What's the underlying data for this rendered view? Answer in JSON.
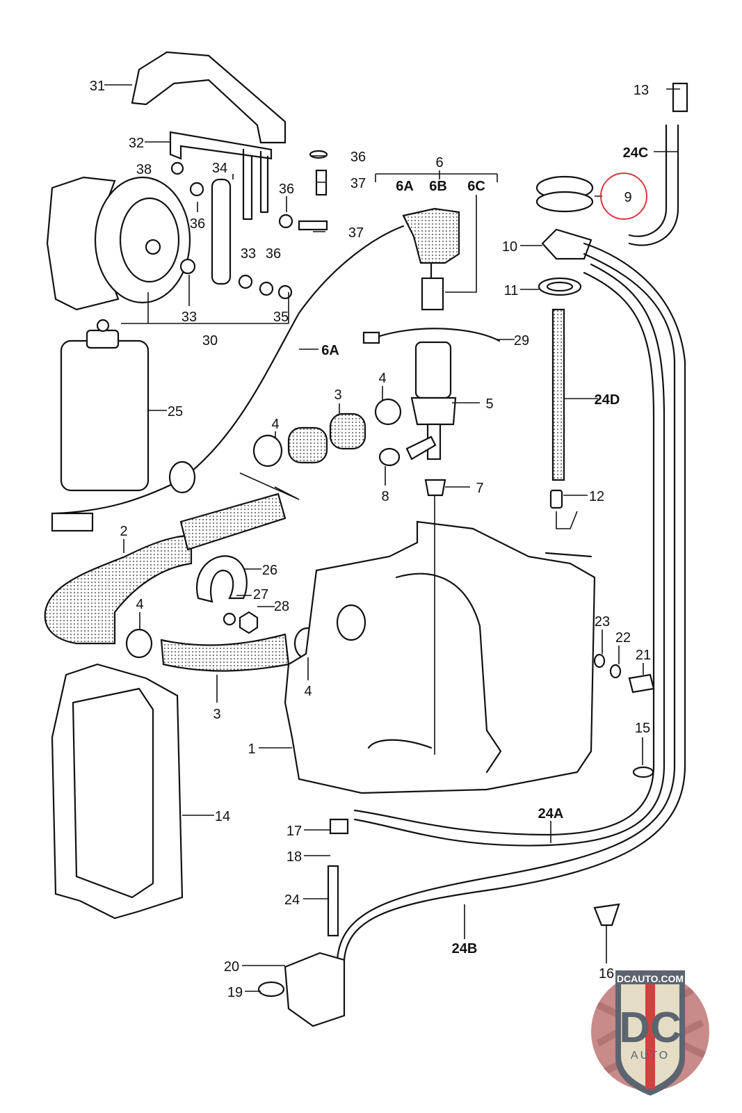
{
  "labels": [
    "31",
    "32",
    "38",
    "34",
    "36",
    "37",
    "36",
    "36",
    "37",
    "33",
    "36",
    "33",
    "35",
    "30",
    "6",
    "6A",
    "6B",
    "6C",
    "9",
    "13",
    "24C",
    "10",
    "11",
    "29",
    "6A",
    "3",
    "4",
    "5",
    "24D",
    "25",
    "4",
    "8",
    "7",
    "12",
    "2",
    "26",
    "27",
    "28",
    "4",
    "23",
    "22",
    "21",
    "4",
    "15",
    "3",
    "1",
    "14",
    "24A",
    "17",
    "18",
    "24",
    "24B",
    "20",
    "19",
    "16"
  ],
  "highlighted_label": "9",
  "highlight_color": "#d9363e",
  "logo": {
    "top_text": "DCAUTO.COM",
    "main_text": "DC",
    "sub_text": "AUTO",
    "colors": {
      "shield": "#5c6470",
      "cream": "#e4dcc4",
      "red": "#d0423f",
      "background": "#c98a8a"
    }
  }
}
